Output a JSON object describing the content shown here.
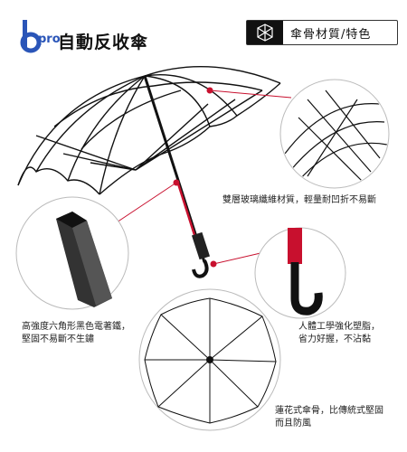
{
  "header": {
    "brand_pro": "pro",
    "brand_title": "自動反收傘",
    "badge_label": "傘骨材質/特色"
  },
  "captions": {
    "fiberglass": "雙層玻璃纖維材質，輕量耐凹折不易斷",
    "shaft_line1": "高強度六角形黑色電著鐵，",
    "shaft_line2": "堅固不易斷不生鏽",
    "handle_line1": "人體工學強化塑脂，",
    "handle_line2": "省力好握，不沾黏",
    "lotus_line1": "蓮花式傘骨，比傳統式堅固",
    "lotus_line2": "而且防風"
  },
  "colors": {
    "brand_blue": "#2a55b8",
    "accent_red": "#c8102e",
    "frame_black": "#111111"
  }
}
